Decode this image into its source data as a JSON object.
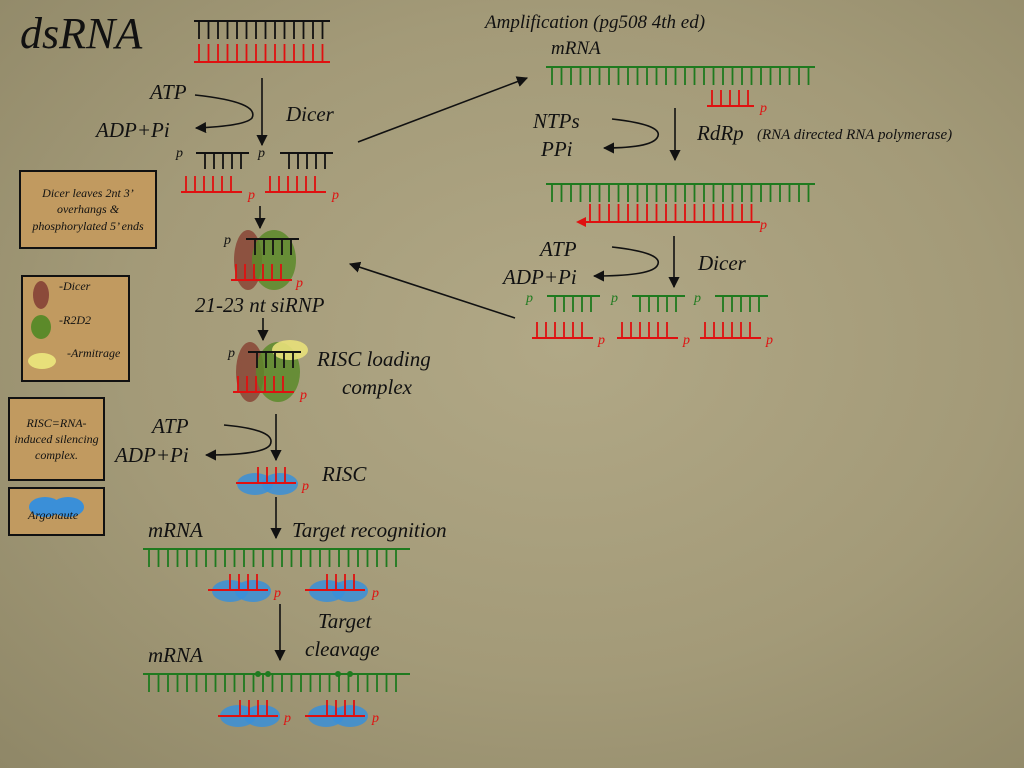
{
  "title": "dsRNA",
  "pathway": {
    "atp_1": "ATP",
    "adp_1": "ADP+Pi",
    "dicer_1": "Dicer",
    "sirnp_label": "21-23 nt siRNP",
    "risc_loading_1": "RISC loading",
    "risc_loading_2": "complex",
    "atp_2": "ATP",
    "adp_2": "ADP+Pi",
    "risc": "RISC",
    "mrna_1": "mRNA",
    "target_recognition": "Target recognition",
    "target_cleavage_1": "Target",
    "target_cleavage_2": "cleavage",
    "mrna_2": "mRNA",
    "phosphate": "p"
  },
  "amplification": {
    "heading": "Amplification (pg508 4th ed)",
    "mrna": "mRNA",
    "ntps": "NTPs",
    "ppi": "PPi",
    "rdrp": "RdRp",
    "rdrp_note": "(RNA directed RNA polymerase)",
    "atp": "ATP",
    "adp": "ADP+Pi",
    "dicer": "Dicer"
  },
  "boxes": {
    "dicer_note": "Dicer leaves 2nt 3’ overhangs & phosphorylated 5’ ends",
    "legend_dicer": "-Dicer",
    "legend_r2d2": "-R2D2",
    "legend_armitrage": "-Armitrage",
    "risc_def": "RISC=RNA-induced silencing complex.",
    "argonaute": "Argonaute"
  },
  "colors": {
    "background": "#a39a78",
    "black_strand": "#111111",
    "red_strand": "#e01010",
    "green_strand": "#1f7a1f",
    "dicer": "#8b4a3a",
    "r2d2": "#5c8a2a",
    "armitrage": "#e8e07a",
    "argonaute": "#3a8fd8",
    "box_fill": "#c19a60"
  }
}
